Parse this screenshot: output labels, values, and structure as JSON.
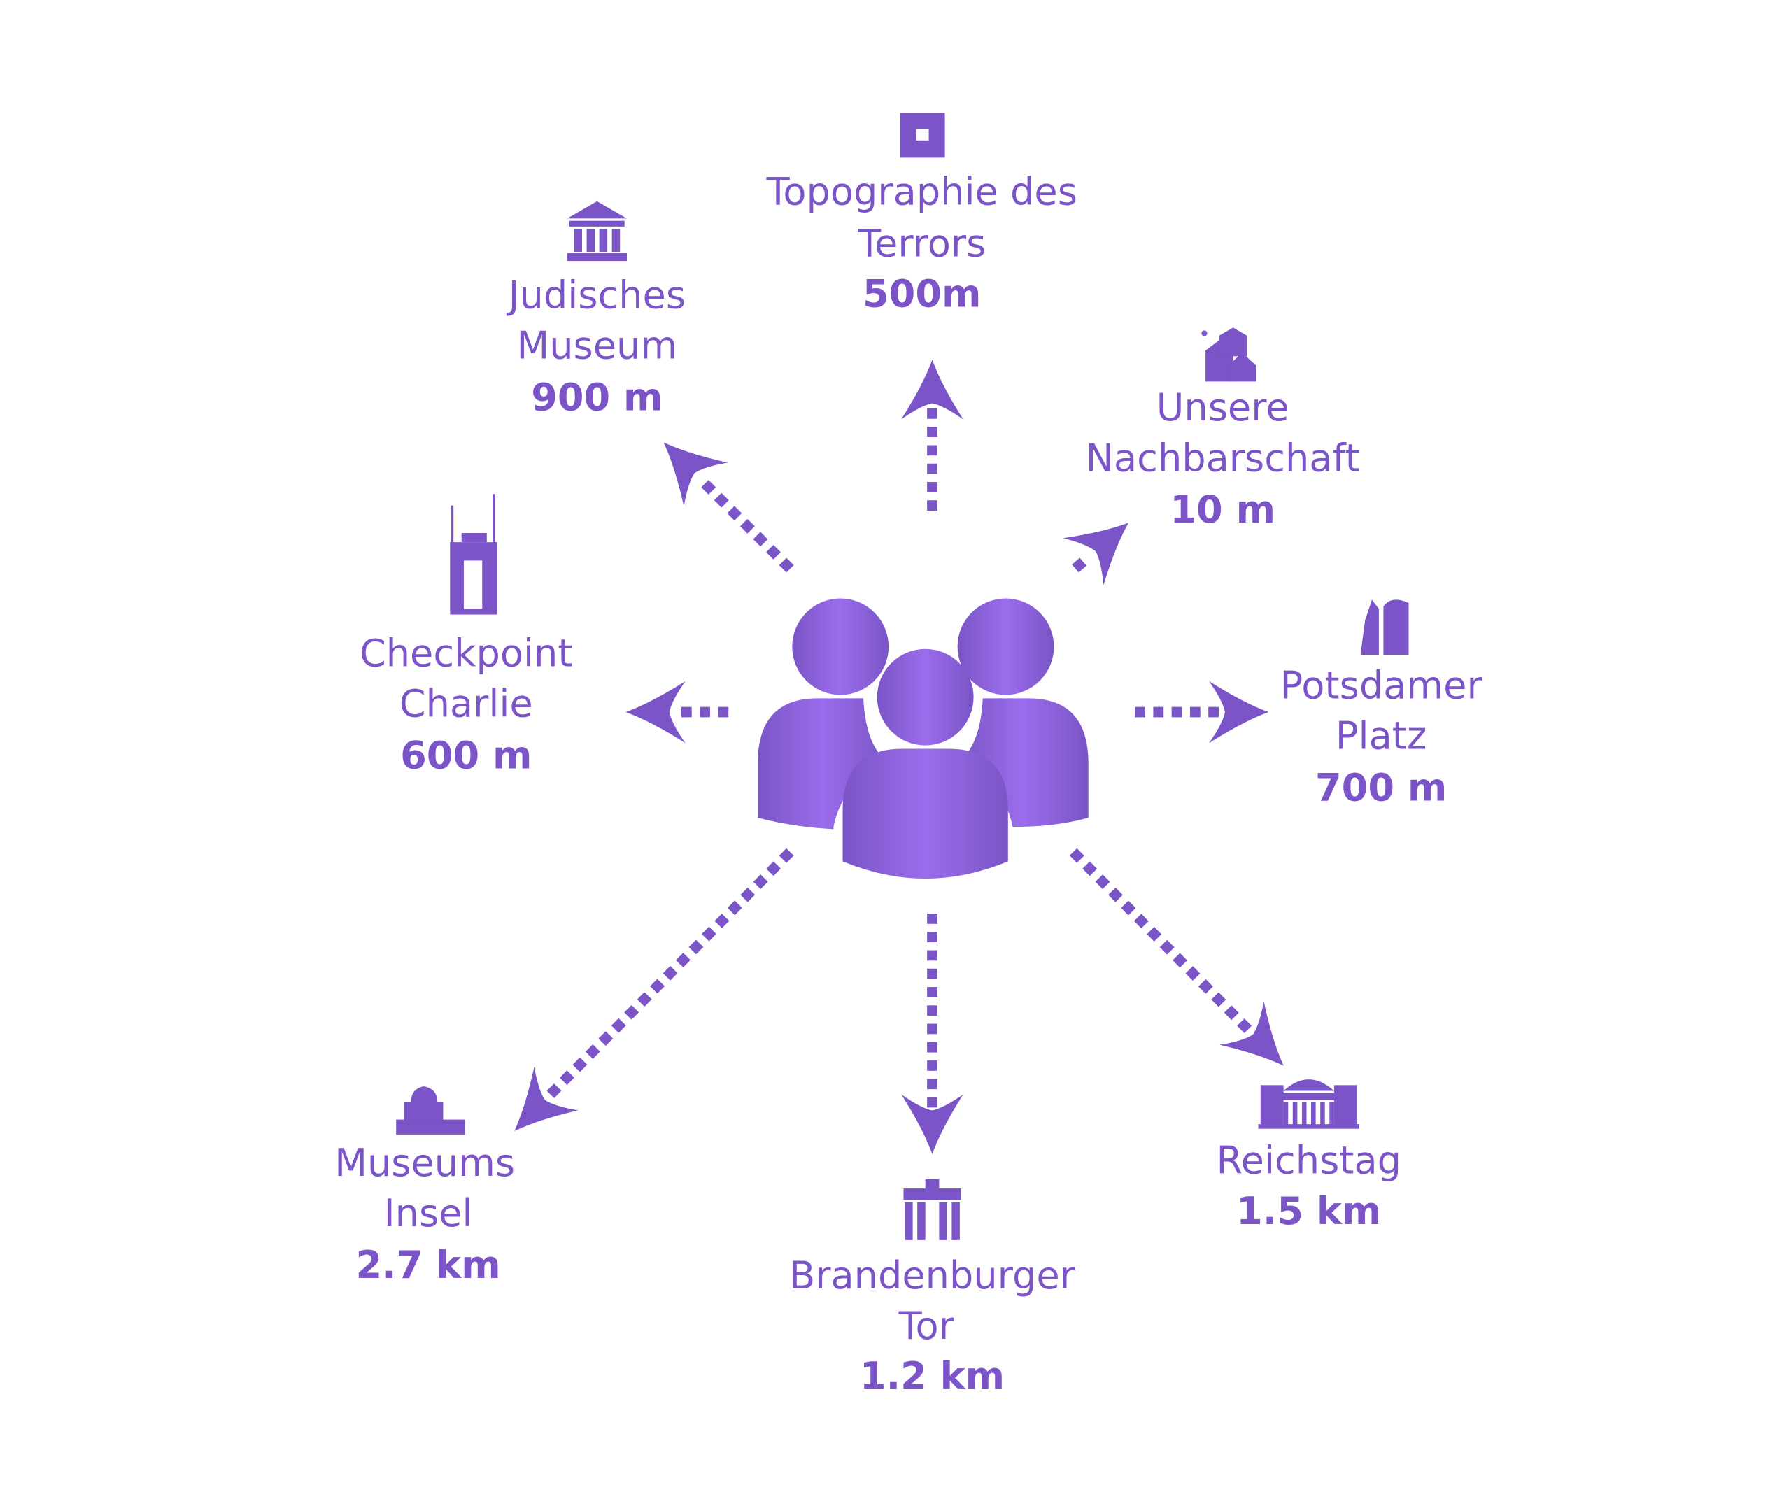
{
  "colors": {
    "accent": "#7b55c7",
    "gradient_light": "#9b6cec",
    "gradient_dark": "#7a55c6"
  },
  "center": {
    "icon": "group-people-icon"
  },
  "destinations": [
    {
      "id": "topographie",
      "icon": "square-monument-icon",
      "name_lines": [
        "Topographie des",
        "Terrors"
      ],
      "distance": "500m"
    },
    {
      "id": "judisches",
      "icon": "museum-columns-icon",
      "name_lines": [
        "Judisches",
        "Museum"
      ],
      "distance": "900 m"
    },
    {
      "id": "nachbarschaft",
      "icon": "houses-icon",
      "name_lines": [
        "Unsere",
        "Nachbarschaft"
      ],
      "distance": "10 m"
    },
    {
      "id": "checkpoint",
      "icon": "checkpoint-tower-icon",
      "name_lines": [
        "Checkpoint",
        "Charlie"
      ],
      "distance": "600 m"
    },
    {
      "id": "potsdamer",
      "icon": "skyscrapers-icon",
      "name_lines": [
        "Potsdamer",
        "Platz"
      ],
      "distance": "700 m"
    },
    {
      "id": "museumsinsel",
      "icon": "domed-museum-icon",
      "name_lines": [
        "Museums",
        "Insel"
      ],
      "distance": "2.7 km"
    },
    {
      "id": "brandenburger",
      "icon": "gate-icon",
      "name_lines": [
        "Brandenburger",
        "Tor"
      ],
      "distance": "1.2 km"
    },
    {
      "id": "reichstag",
      "icon": "parliament-icon",
      "name_lines": [
        "Reichstag"
      ],
      "distance": "1.5 km"
    }
  ]
}
